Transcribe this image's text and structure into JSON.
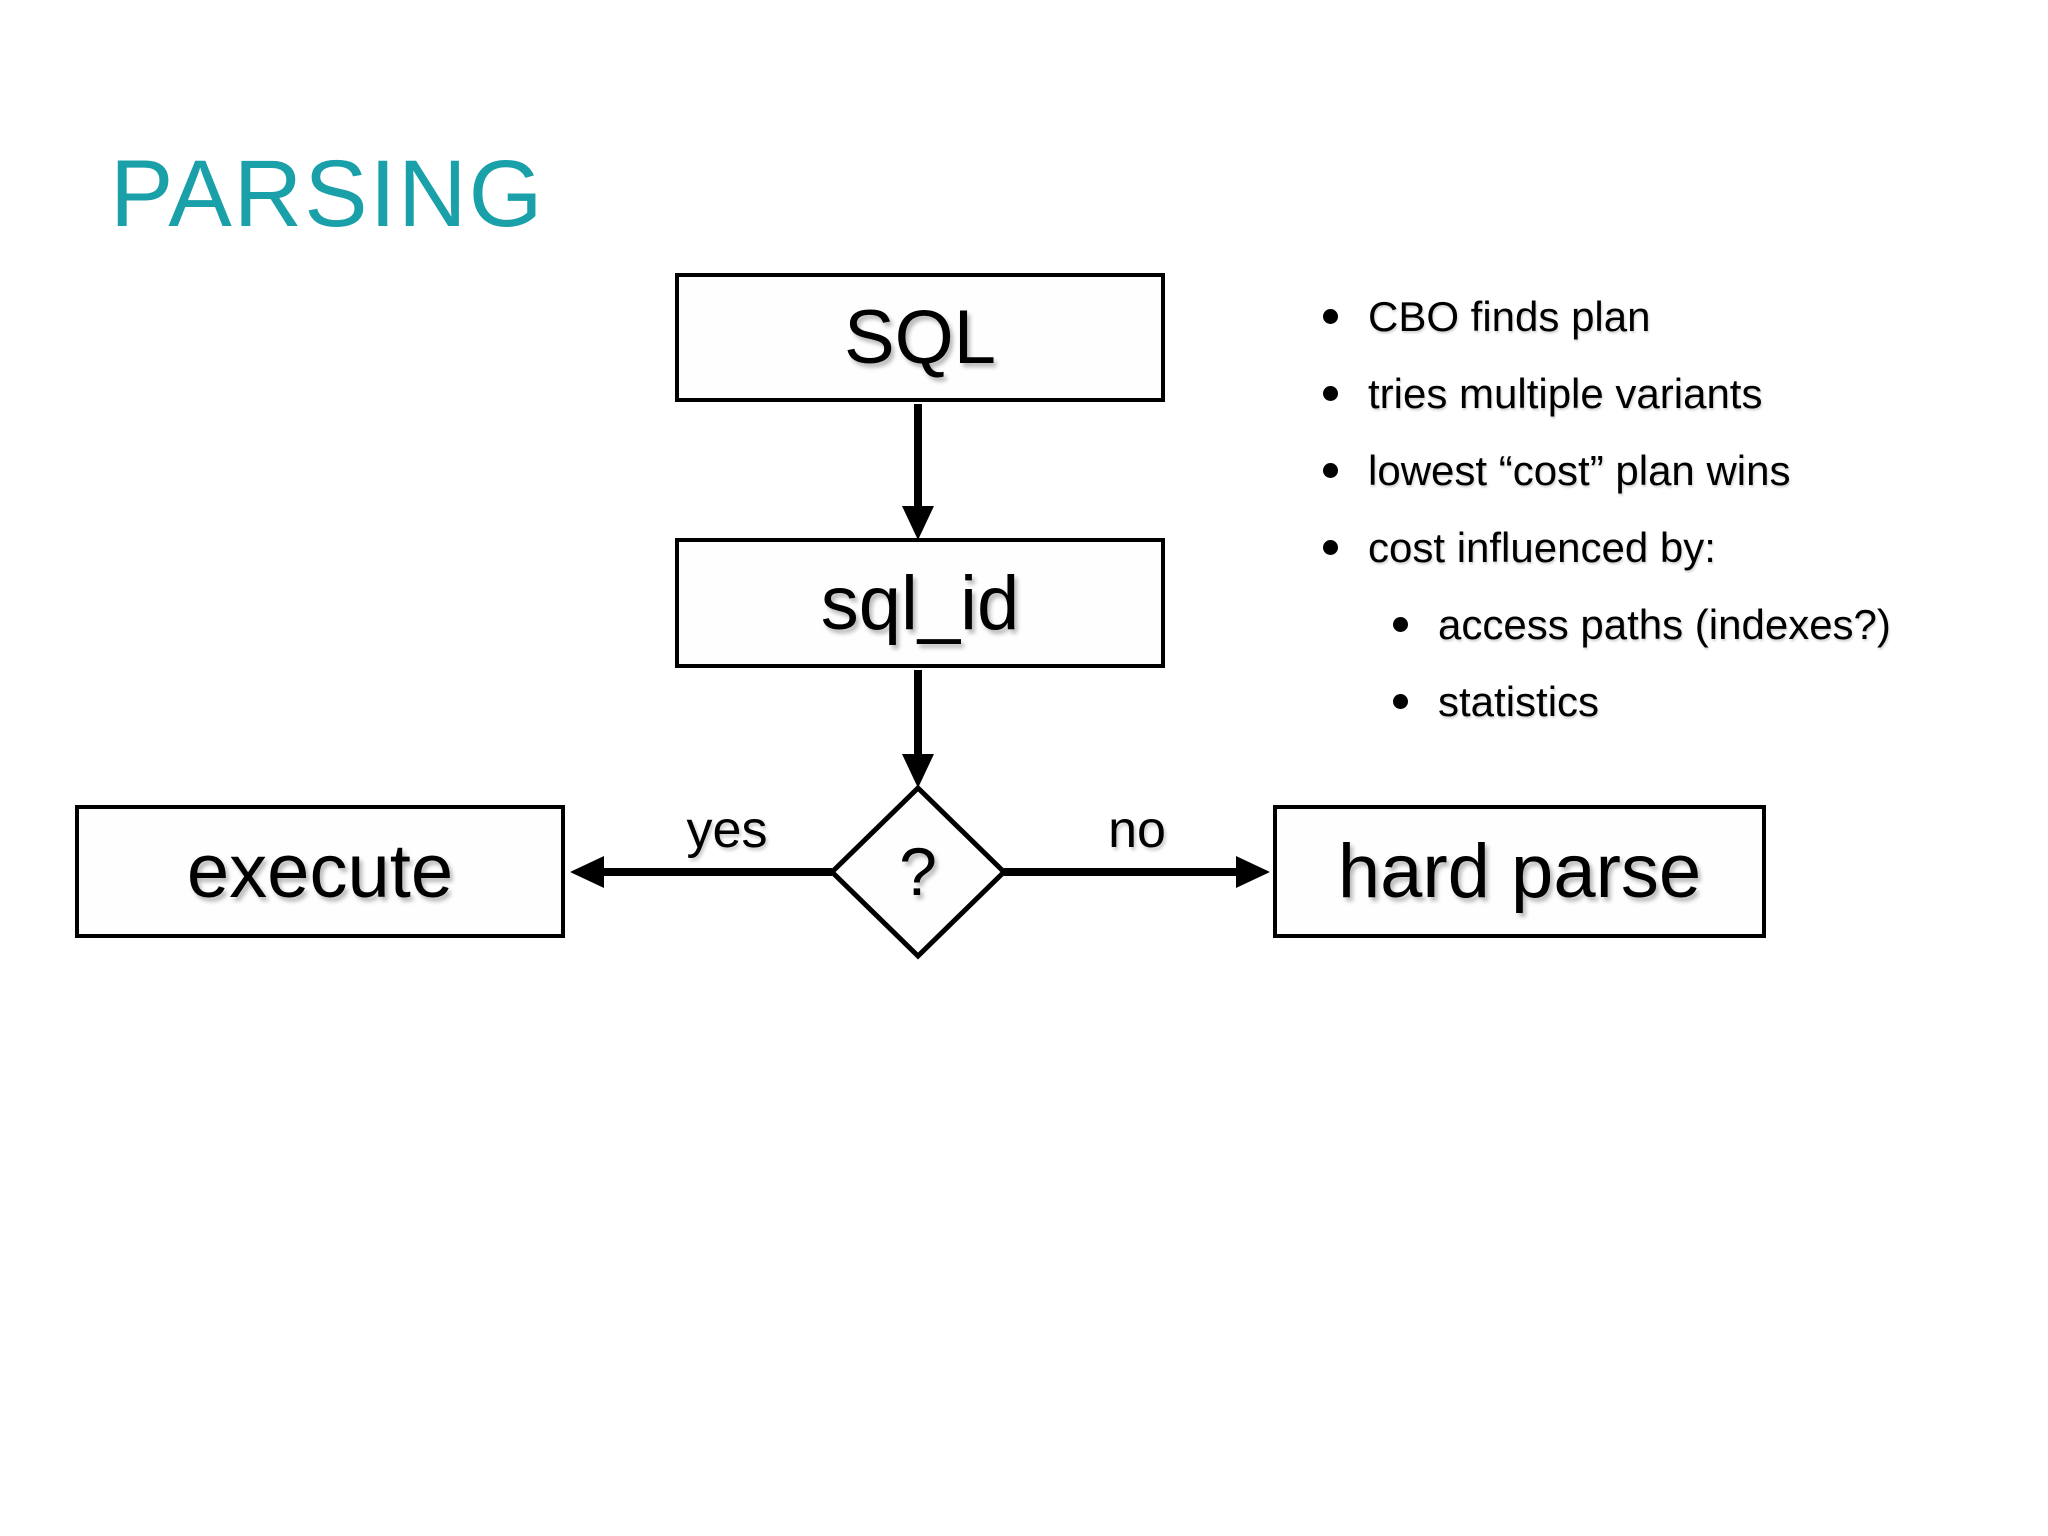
{
  "slide": {
    "title": "PARSING",
    "colors": {
      "title": "#1aa0a8",
      "background": "#ffffff",
      "stroke": "#000000"
    }
  },
  "flowchart": {
    "nodes": [
      {
        "id": "sql",
        "shape": "rect",
        "label": "SQL"
      },
      {
        "id": "sql_id",
        "shape": "rect",
        "label": "sql_id"
      },
      {
        "id": "decision",
        "shape": "diamond",
        "label": "?"
      },
      {
        "id": "execute",
        "shape": "rect",
        "label": "execute"
      },
      {
        "id": "hard_parse",
        "shape": "rect",
        "label": "hard parse"
      }
    ],
    "edges": [
      {
        "from": "sql",
        "to": "sql_id",
        "label": ""
      },
      {
        "from": "sql_id",
        "to": "decision",
        "label": ""
      },
      {
        "from": "decision",
        "to": "execute",
        "label": "yes"
      },
      {
        "from": "decision",
        "to": "hard_parse",
        "label": "no"
      }
    ]
  },
  "notes": {
    "items": [
      {
        "level": 1,
        "text": "CBO finds plan"
      },
      {
        "level": 1,
        "text": "tries multiple variants"
      },
      {
        "level": 1,
        "text": "lowest “cost” plan wins"
      },
      {
        "level": 1,
        "text": "cost influenced by:"
      },
      {
        "level": 2,
        "text": "access paths (indexes?)"
      },
      {
        "level": 2,
        "text": "statistics"
      }
    ]
  }
}
